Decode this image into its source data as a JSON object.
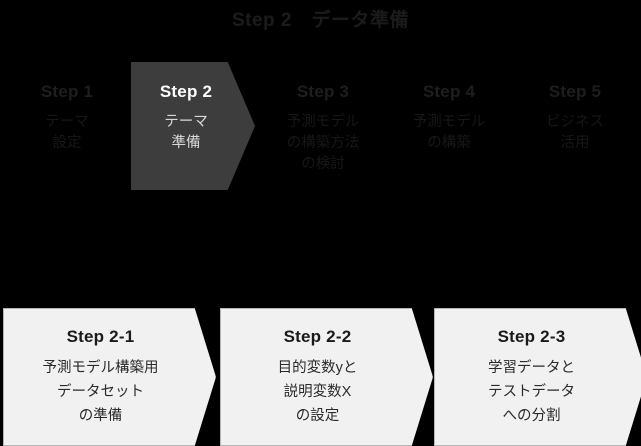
{
  "slide": {
    "title": "Step 2　データ準備",
    "background_color": "#000000",
    "active_chevron_color": "#3d3d3d",
    "inactive_text_color": "#1b1b1b",
    "active_text_color": "#ffffff",
    "substep_fill_color": "#f1f1f1",
    "substep_border_color": "#b5b5b5"
  },
  "steps": [
    {
      "head": "Step 1",
      "body": "テーマ\n設定",
      "active": false
    },
    {
      "head": "Step 2",
      "body": "テーマ\n準備",
      "active": true
    },
    {
      "head": "Step 3",
      "body": "予測モデル\nの構築方法\nの検討",
      "active": false
    },
    {
      "head": "Step 4",
      "body": "予測モデル\nの構築",
      "active": false
    },
    {
      "head": "Step 5",
      "body": "ビジネス\n活用",
      "active": false
    }
  ],
  "substeps": [
    {
      "head": "Step 2-1",
      "body": "予測モデル構築用\nデータセット\nの準備"
    },
    {
      "head": "Step 2-2",
      "body": "目的変数yと\n説明変数X\nの設定"
    },
    {
      "head": "Step 2-3",
      "body": "学習データと\nテストデータ\nへの分割"
    }
  ]
}
